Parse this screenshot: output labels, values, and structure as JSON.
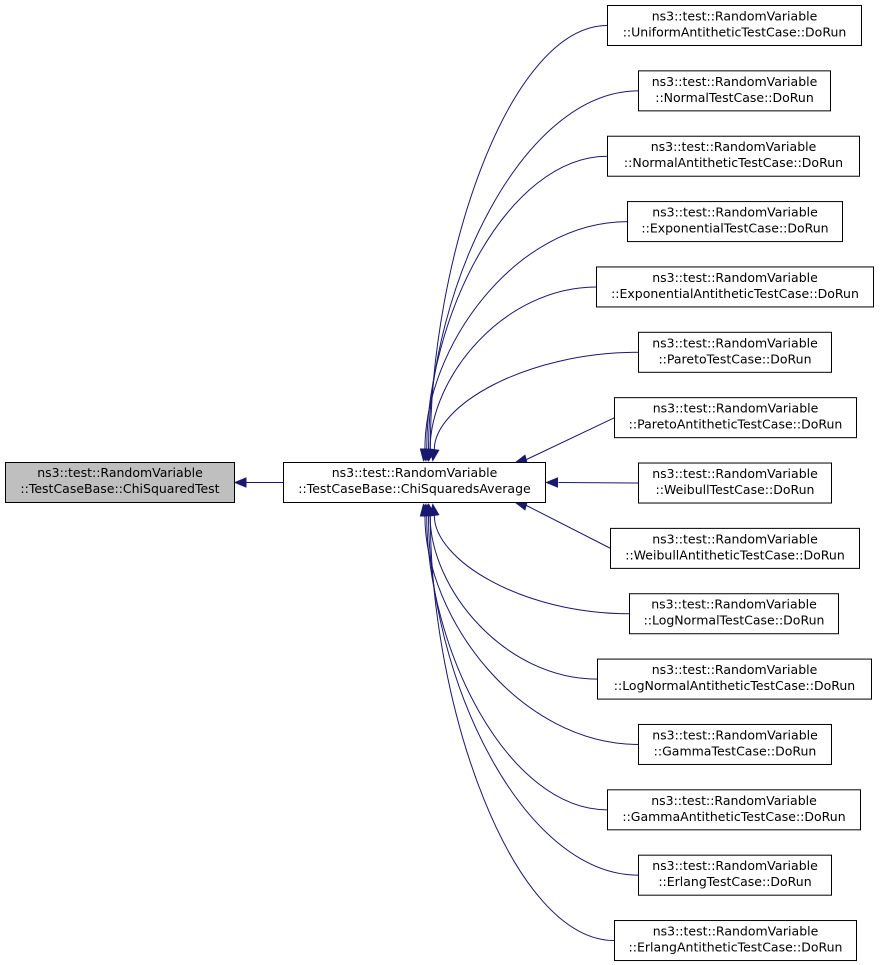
{
  "graph": {
    "colors": {
      "edge": "#191970",
      "focus_fill": "#bfbfbf",
      "node_fill": "#ffffff",
      "border": "#000000"
    },
    "focus": {
      "line1": "ns3::test::RandomVariable",
      "line2": "::TestCaseBase::ChiSquaredTest"
    },
    "middle": {
      "line1": "ns3::test::RandomVariable",
      "line2": "::TestCaseBase::ChiSquaredsAverage"
    },
    "callers": [
      {
        "line1": "ns3::test::RandomVariable",
        "line2": "::UniformAntitheticTestCase::DoRun"
      },
      {
        "line1": "ns3::test::RandomVariable",
        "line2": "::NormalTestCase::DoRun"
      },
      {
        "line1": "ns3::test::RandomVariable",
        "line2": "::NormalAntitheticTestCase::DoRun"
      },
      {
        "line1": "ns3::test::RandomVariable",
        "line2": "::ExponentialTestCase::DoRun"
      },
      {
        "line1": "ns3::test::RandomVariable",
        "line2": "::ExponentialAntitheticTestCase::DoRun"
      },
      {
        "line1": "ns3::test::RandomVariable",
        "line2": "::ParetoTestCase::DoRun"
      },
      {
        "line1": "ns3::test::RandomVariable",
        "line2": "::ParetoAntitheticTestCase::DoRun"
      },
      {
        "line1": "ns3::test::RandomVariable",
        "line2": "::WeibullTestCase::DoRun"
      },
      {
        "line1": "ns3::test::RandomVariable",
        "line2": "::WeibullAntitheticTestCase::DoRun"
      },
      {
        "line1": "ns3::test::RandomVariable",
        "line2": "::LogNormalTestCase::DoRun"
      },
      {
        "line1": "ns3::test::RandomVariable",
        "line2": "::LogNormalAntitheticTestCase::DoRun"
      },
      {
        "line1": "ns3::test::RandomVariable",
        "line2": "::GammaTestCase::DoRun"
      },
      {
        "line1": "ns3::test::RandomVariable",
        "line2": "::GammaAntitheticTestCase::DoRun"
      },
      {
        "line1": "ns3::test::RandomVariable",
        "line2": "::ErlangTestCase::DoRun"
      },
      {
        "line1": "ns3::test::RandomVariable",
        "line2": "::ErlangAntitheticTestCase::DoRun"
      }
    ]
  }
}
